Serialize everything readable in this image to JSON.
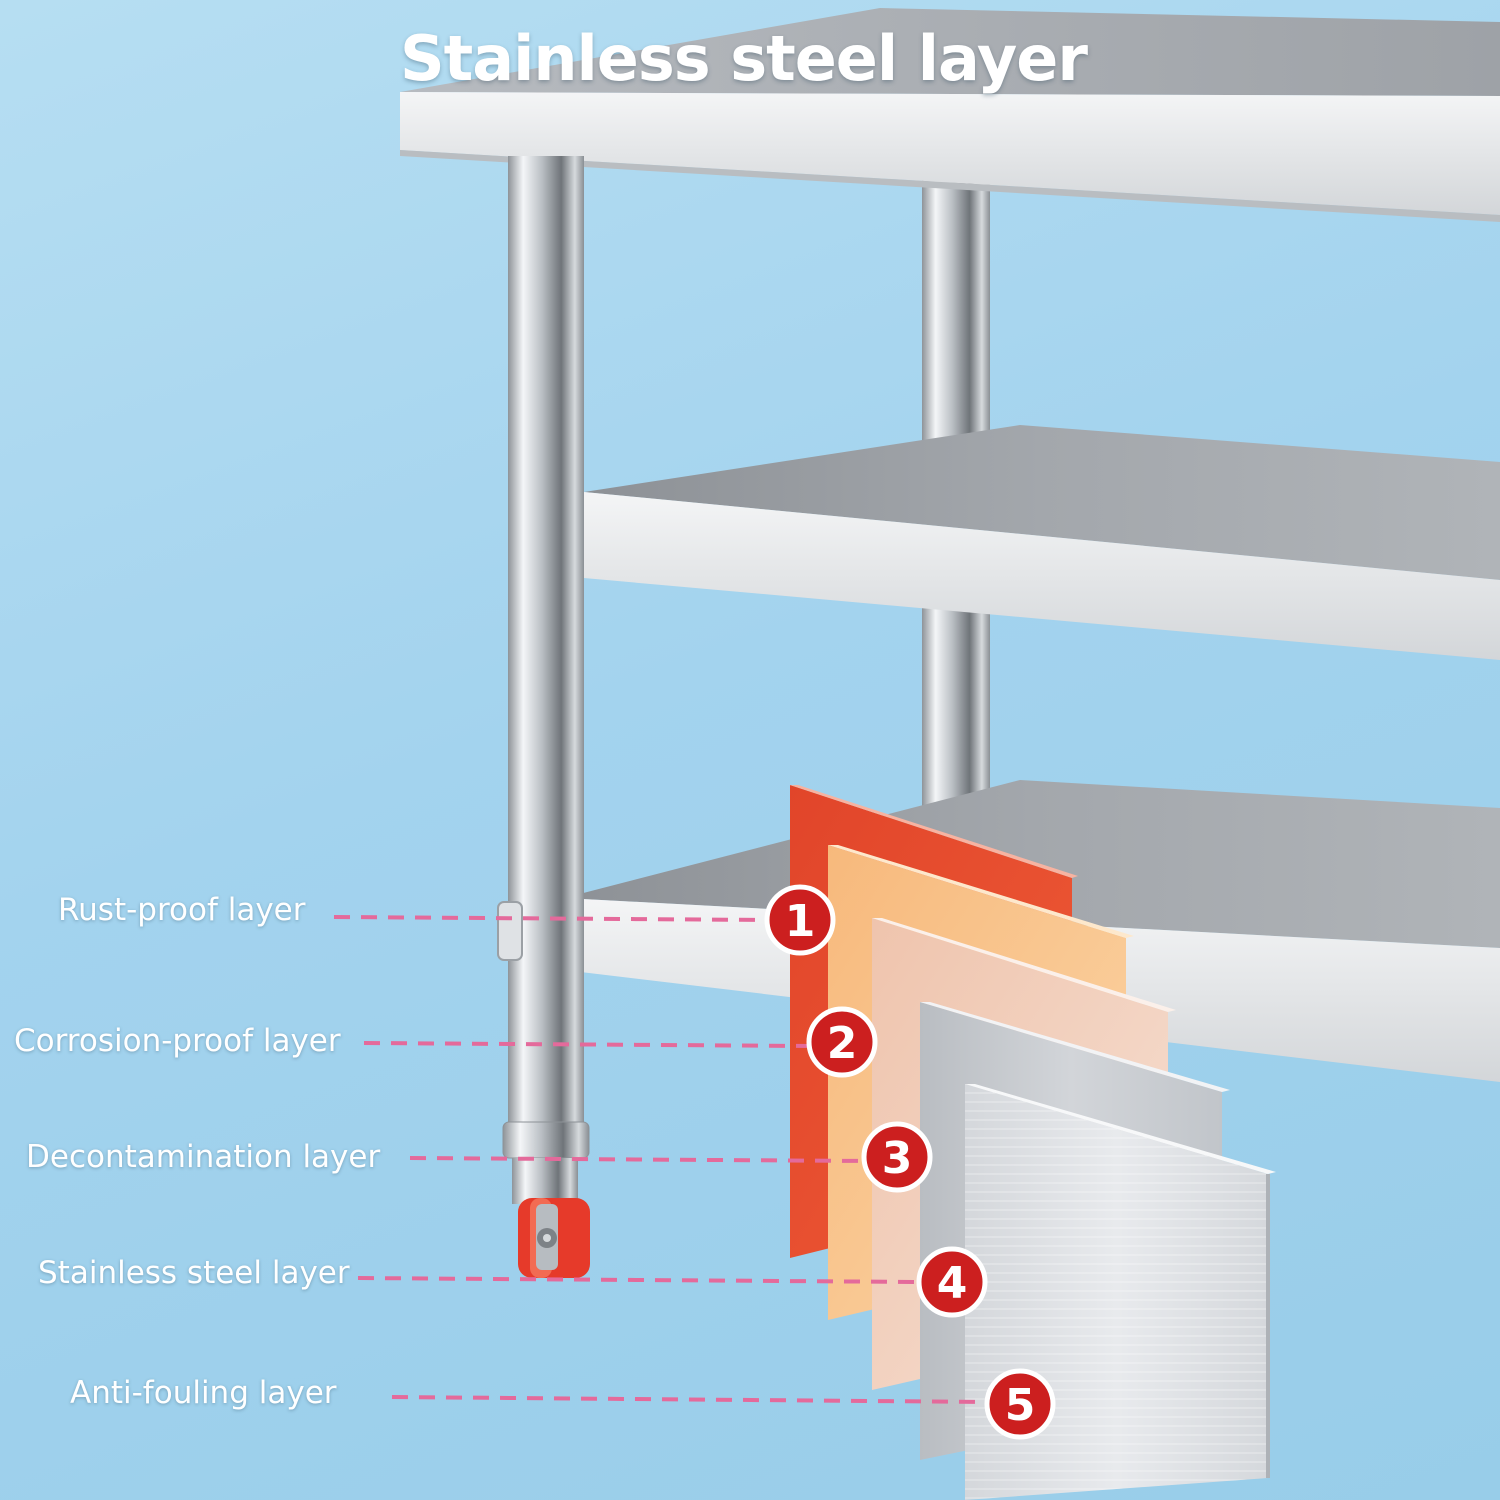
{
  "title": "Stainless steel layer",
  "layers": [
    {
      "number": "1",
      "label": "Rust-proof layer",
      "color": "#e4472a"
    },
    {
      "number": "2",
      "label": "Corrosion-proof layer",
      "color": "#f9c891"
    },
    {
      "number": "3",
      "label": "Decontamination layer",
      "color": "#f2d3c3"
    },
    {
      "number": "4",
      "label": "Stainless steel layer",
      "color": "#c9cdd2"
    },
    {
      "number": "5",
      "label": "Anti-fouling layer",
      "color": "#dcdfe3"
    }
  ],
  "colors": {
    "background": "#a3d3ee",
    "steel": "#c8cbd0",
    "badge": "#cc1f1f",
    "leader_line": "#e46a9b",
    "caster_wheel": "#e63a2a"
  }
}
